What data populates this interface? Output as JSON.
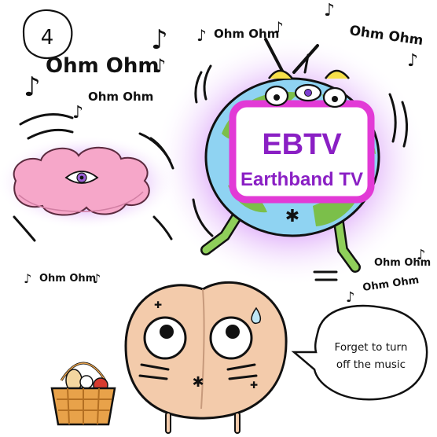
{
  "panel_number": "4",
  "chants": {
    "c1": "Ohm Ohm",
    "c2": "Ohm Ohm",
    "c3": "Ohm Ohm",
    "c4": "Ohm Ohm",
    "c5": "Ohm Ohm",
    "c6": "Ohm Ohm",
    "c7": "Ohm Ohm"
  },
  "tv": {
    "line1": "EBTV",
    "line2": "Earthband TV"
  },
  "speech": {
    "line1": "Forget to turn",
    "line2": "off the music"
  },
  "colors": {
    "glow": "#b23bf0",
    "tv_frame": "#e23ad6",
    "cloud": "#f6a7c9",
    "earth_green": "#7bbf4a",
    "earth_blue": "#8fd3f2",
    "skin": "#f3cbab",
    "basket": "#e8a24a"
  }
}
